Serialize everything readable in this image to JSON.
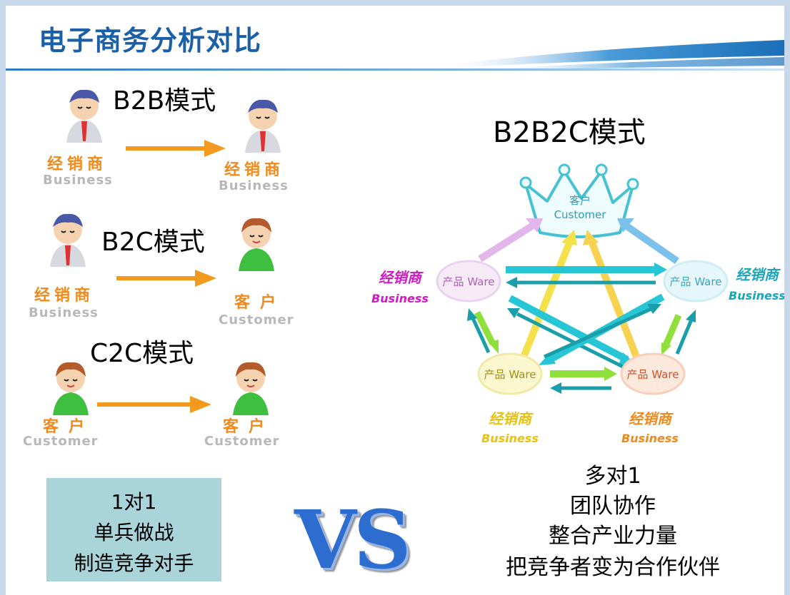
{
  "title": "电子商务分析对比",
  "b2b": {
    "mode": "B2B模式",
    "left_cn": "经销商",
    "left_en": "Business",
    "right_cn": "经销商",
    "right_en": "Business"
  },
  "b2c": {
    "mode": "B2C模式",
    "left_cn": "经销商",
    "left_en": "Business",
    "right_cn": "客户",
    "right_en": "Customer"
  },
  "c2c": {
    "mode": "C2C模式",
    "left_cn": "客户",
    "left_en": "Customer",
    "right_cn": "客户",
    "right_en": "Customer"
  },
  "left_box": {
    "line1": "1对1",
    "line2": "单兵做战",
    "line3": "制造竞争对手"
  },
  "vs": "VS",
  "b2b2c": {
    "mode": "B2B2C模式",
    "crown_cn": "客户",
    "crown_en": "Customer",
    "ware_label": "产品 Ware",
    "left_cn": "经销商",
    "left_en": "Business",
    "right_cn": "经销商",
    "right_en": "Business",
    "bottom_left_cn": "经销商",
    "bottom_left_en": "Business",
    "bottom_right_cn": "经销商",
    "bottom_right_en": "Business"
  },
  "right_text": {
    "line1": "多对1",
    "line2": "团队协作",
    "line3": "整合产业力量",
    "line4": "把竞争者变为合作伙伴"
  },
  "colors": {
    "title": "#1a5fa8",
    "orange": "#f08a1c",
    "magenta": "#d21bc4",
    "teal": "#1aa6b9",
    "yellow": "#f3d21a",
    "box": "#a9d4d9"
  }
}
